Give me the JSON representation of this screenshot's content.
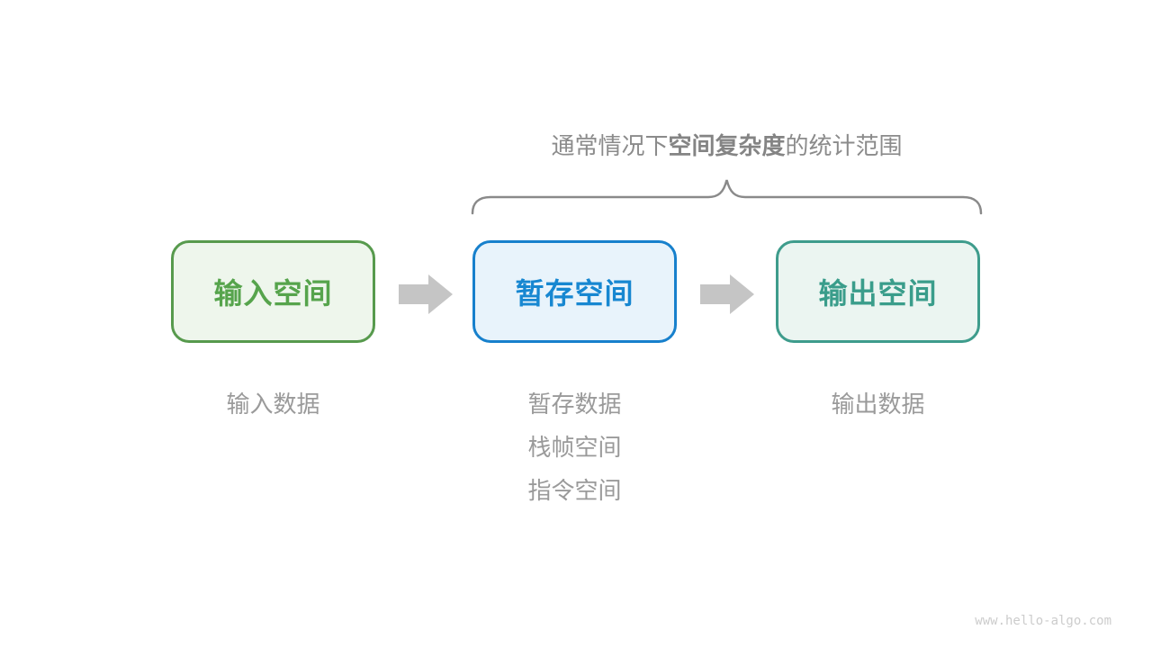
{
  "title": {
    "prefix": "通常情况下",
    "bold": "空间复杂度",
    "suffix": "的统计范围",
    "full_text": "通常情况下空间复杂度的统计范围",
    "color": "#8b8b8b"
  },
  "brace": {
    "covers": [
      "暂存空间",
      "输出空间"
    ],
    "color": "#8a8a8a"
  },
  "boxes": [
    {
      "label": "输入空间",
      "text_color": "#56a44c",
      "border_color": "#579a4d",
      "bg_color": "#eef6ec",
      "sublabels": [
        "输入数据"
      ]
    },
    {
      "label": "暂存空间",
      "text_color": "#1787d1",
      "border_color": "#1780cc",
      "bg_color": "#e8f3fb",
      "sublabels": [
        "暂存数据",
        "栈帧空间",
        "指令空间"
      ]
    },
    {
      "label": "输出空间",
      "text_color": "#3a9d8b",
      "border_color": "#3e9c8c",
      "bg_color": "#ebf5f1",
      "sublabels": [
        "输出数据"
      ]
    }
  ],
  "arrows": {
    "count": 2,
    "color": "#c5c5c5",
    "direction": "right"
  },
  "sublabel_color": "#9a9a9a",
  "watermark": "www.hello-algo.com"
}
